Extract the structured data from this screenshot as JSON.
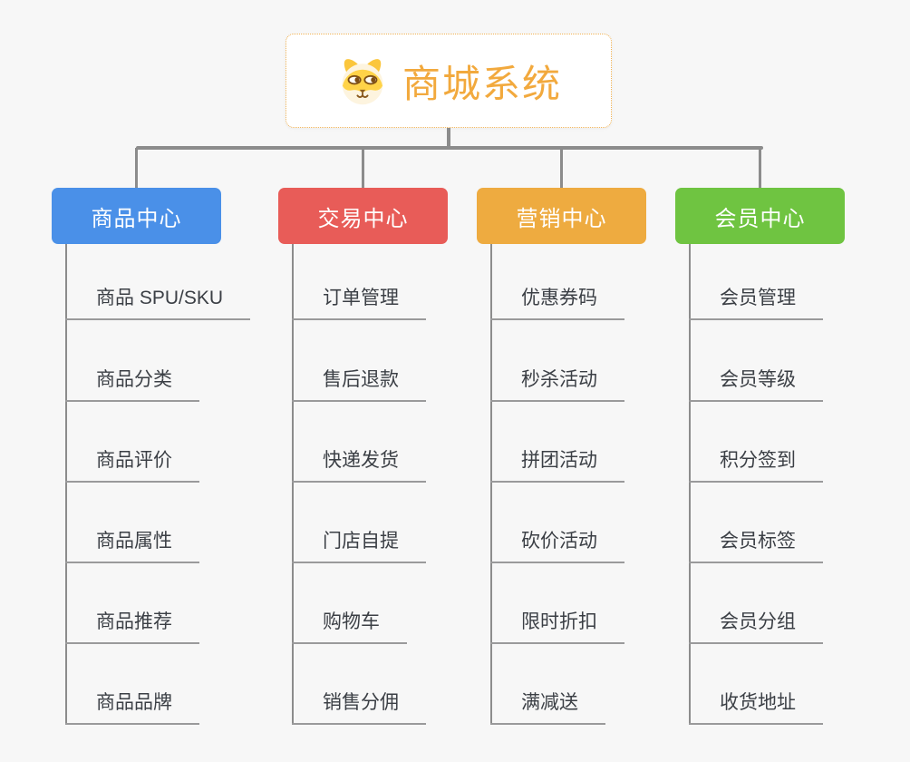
{
  "page": {
    "background": "#f7f7f7"
  },
  "root": {
    "label": "商城系统",
    "icon": "dog-face-icon",
    "text_color": "#f2a93d",
    "border_color": "#f0b254",
    "background": "#ffffff"
  },
  "connectors": {
    "color": "#8c8c8c",
    "leaf_line_color": "#9a9a9b"
  },
  "branches": [
    {
      "label": "商品中心",
      "color": "#4a90e8",
      "items": [
        "商品 SPU/SKU",
        "商品分类",
        "商品评价",
        "商品属性",
        "商品推荐",
        "商品品牌"
      ]
    },
    {
      "label": "交易中心",
      "color": "#e85c58",
      "items": [
        "订单管理",
        "售后退款",
        "快递发货",
        "门店自提",
        "购物车",
        "销售分佣"
      ]
    },
    {
      "label": "营销中心",
      "color": "#eeab40",
      "items": [
        "优惠券码",
        "秒杀活动",
        "拼团活动",
        "砍价活动",
        "限时折扣",
        "满减送"
      ]
    },
    {
      "label": "会员中心",
      "color": "#6fc441",
      "items": [
        "会员管理",
        "会员等级",
        "积分签到",
        "会员标签",
        "会员分组",
        "收货地址"
      ]
    }
  ]
}
